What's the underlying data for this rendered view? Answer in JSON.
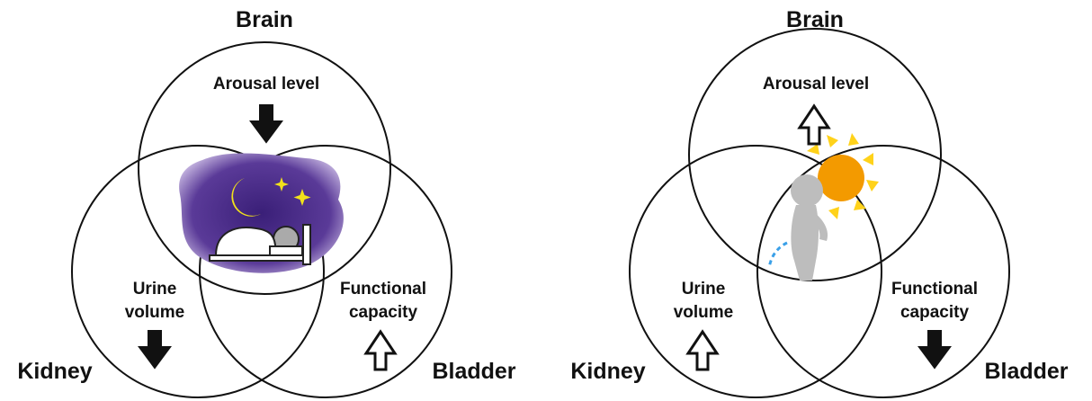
{
  "panels": [
    {
      "brain_label": "Brain",
      "kidney_label": "Kidney",
      "bladder_label": "Bladder",
      "arousal_text": "Arousal level",
      "arousal_direction": "down",
      "urine_line1": "Urine",
      "urine_line2": "volume",
      "urine_direction": "down",
      "functional_line1": "Functional",
      "functional_line2": "capacity",
      "functional_direction": "up",
      "illustration": "sleeping-person-night-icon"
    },
    {
      "brain_label": "Brain",
      "kidney_label": "Kidney",
      "bladder_label": "Bladder",
      "arousal_text": "Arousal level",
      "arousal_direction": "up",
      "urine_line1": "Urine",
      "urine_line2": "volume",
      "urine_direction": "up",
      "functional_line1": "Functional",
      "functional_line2": "capacity",
      "functional_direction": "down",
      "illustration": "urinating-person-sun-icon"
    }
  ],
  "colors": {
    "night_sky": "#4b2a8a",
    "moon": "#f2e21a",
    "sun": "#f39a00",
    "sun_rays": "#ffd21a",
    "person": "#bdbdbd",
    "urine": "#3aa0e8"
  }
}
